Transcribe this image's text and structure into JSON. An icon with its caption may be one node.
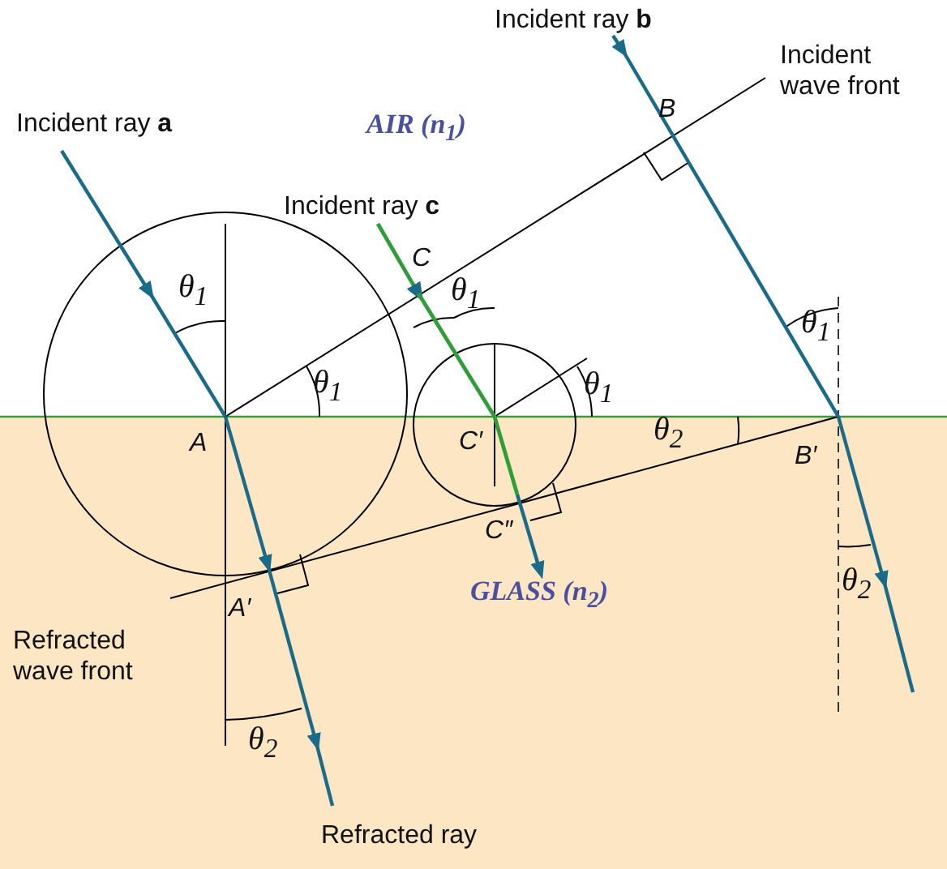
{
  "diagram": {
    "labels": [
      "Incident ray **b**",
      "Incident wave front",
      "Incident ray **a**",
      "B",
      "AIR (n$_{1}$)",
      "Incident ray **c**",
      "C",
      "θ$_{1}$",
      "θ$_{1}$",
      "θ$_{1}$",
      "θ$_{1}$",
      "θ$_{1}$",
      "A",
      "C′",
      "θ$_{2}$",
      "B′",
      "C″",
      "A′",
      "GLASS (n$_{2}$)",
      "Refracted wave front",
      "θ$_{2}$",
      "θ$_{2}$",
      "Refracted ray"
    ]
  }
}
